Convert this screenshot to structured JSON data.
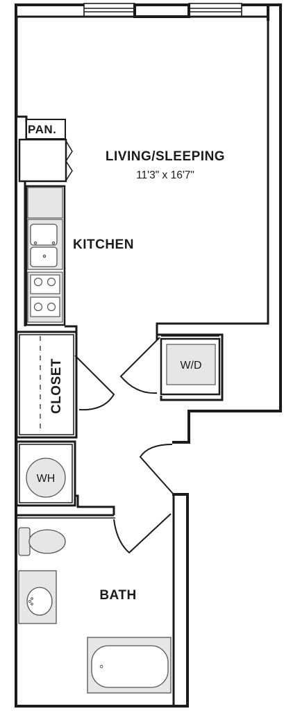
{
  "rooms": {
    "living": {
      "name": "LIVING/SLEEPING",
      "dimensions": "11'3\" x 16'7\""
    },
    "kitchen": {
      "name": "KITCHEN"
    },
    "pantry": {
      "name": "PAN."
    },
    "closet": {
      "name": "CLOSET"
    },
    "washer_dryer": {
      "name": "W/D"
    },
    "water_heater": {
      "name": "WH"
    },
    "bath": {
      "name": "BATH"
    }
  },
  "colors": {
    "wall": "#1a1a1a",
    "fixture_fill": "#e6e6e6",
    "fixture_stroke": "#555555",
    "background": "#ffffff"
  }
}
